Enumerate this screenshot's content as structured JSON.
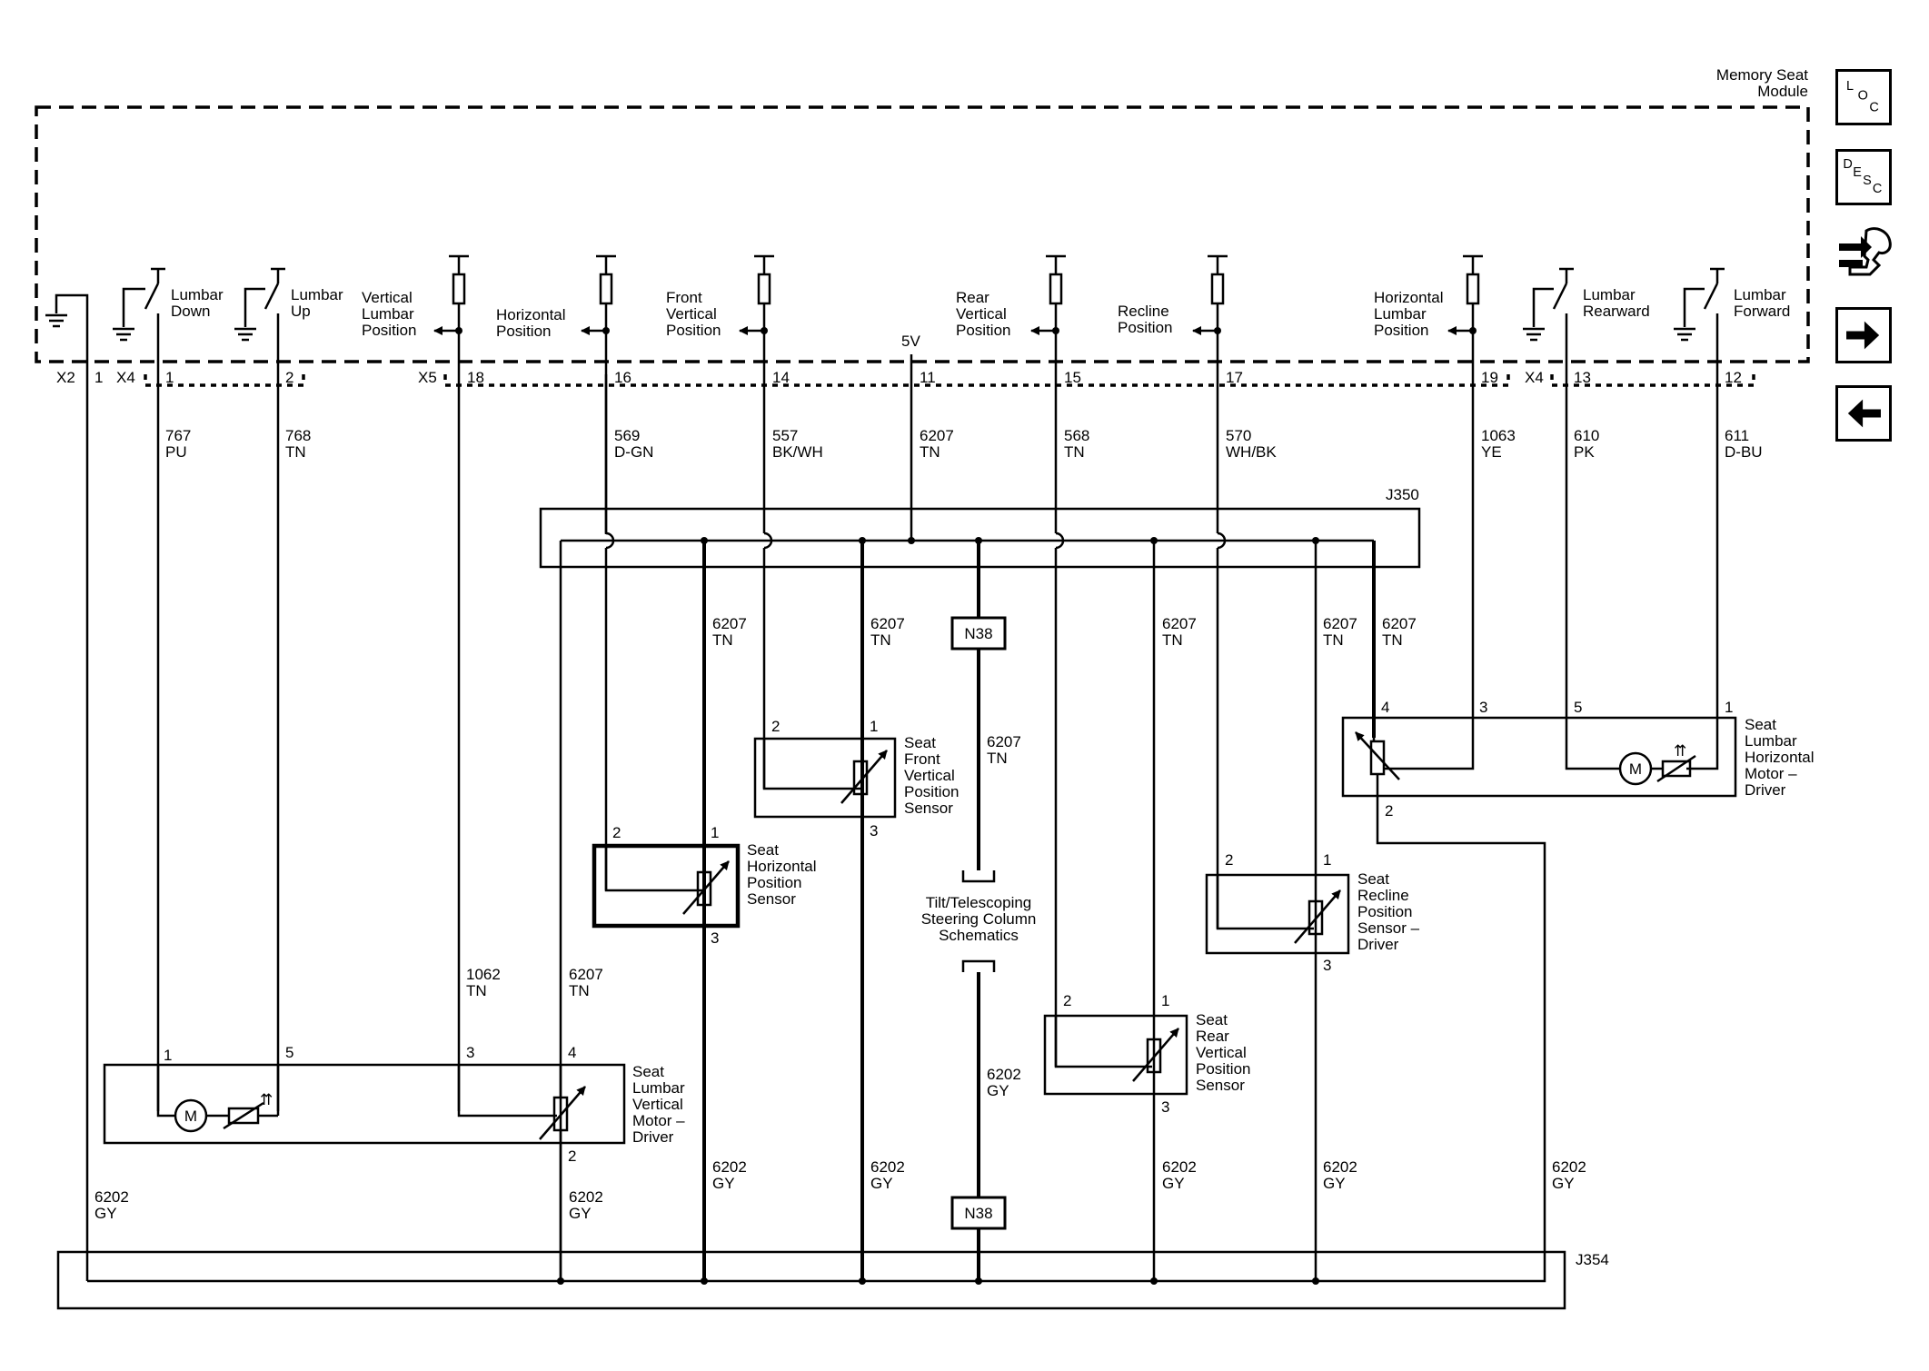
{
  "module": {
    "line1": "Memory Seat",
    "line2": "Module"
  },
  "nav": {
    "loc": "LOC",
    "desc": "DESC"
  },
  "connectors": {
    "x2": "X2",
    "x4a": "X4",
    "x5": "X5",
    "x4b": "X4"
  },
  "pins": {
    "x2_1": "1",
    "x4_1": "1",
    "x4_2": "2",
    "x5_18": "18",
    "x5_16": "16",
    "x5_14": "14",
    "x5_11": "11",
    "x5_15": "15",
    "x5_17": "17",
    "x5_19": "19",
    "x4_13": "13",
    "x4_12": "12"
  },
  "internal": {
    "lumbar_down": [
      "Lumbar",
      "Down"
    ],
    "lumbar_up": [
      "Lumbar",
      "Up"
    ],
    "vertical_lumbar": [
      "Vertical",
      "Lumbar",
      "Position"
    ],
    "horizontal": [
      "Horizontal",
      "Position"
    ],
    "front_vertical": [
      "Front",
      "Vertical",
      "Position"
    ],
    "five_v": "5V",
    "rear_vertical": [
      "Rear",
      "Vertical",
      "Position"
    ],
    "recline": [
      "Recline",
      "Position"
    ],
    "horizontal_lumbar": [
      "Horizontal",
      "Lumbar",
      "Position"
    ],
    "lumbar_rearward": [
      "Lumbar",
      "Rearward"
    ],
    "lumbar_forward": [
      "Lumbar",
      "Forward"
    ]
  },
  "wires": {
    "w767": [
      "767",
      "PU"
    ],
    "w768": [
      "768",
      "TN"
    ],
    "w569": [
      "569",
      "D-GN"
    ],
    "w557": [
      "557",
      "BK/WH"
    ],
    "w6207_top": [
      "6207",
      "TN"
    ],
    "w568": [
      "568",
      "TN"
    ],
    "w570": [
      "570",
      "WH/BK"
    ],
    "w1063": [
      "1063",
      "YE"
    ],
    "w610": [
      "610",
      "PK"
    ],
    "w611": [
      "611",
      "D-BU"
    ],
    "w6207_a": [
      "6207",
      "TN"
    ],
    "w6207_b": [
      "6207",
      "TN"
    ],
    "w6207_c": [
      "6207",
      "TN"
    ],
    "w6207_d": [
      "6207",
      "TN"
    ],
    "w6207_e": [
      "6207",
      "TN"
    ],
    "w6207_f": [
      "6207",
      "TN"
    ],
    "w1062": [
      "1062",
      "TN"
    ],
    "w6207_g": [
      "6207",
      "TN"
    ],
    "w6202_a": [
      "6202",
      "GY"
    ],
    "w6202_b": [
      "6202",
      "GY"
    ],
    "w6202_c": [
      "6202",
      "GY"
    ],
    "w6202_d": [
      "6202",
      "GY"
    ],
    "w6202_e": [
      "6202",
      "GY"
    ],
    "w6202_f": [
      "6202",
      "GY"
    ],
    "w6202_g": [
      "6202",
      "GY"
    ],
    "w6202_h": [
      "6202",
      "GY"
    ]
  },
  "splices": {
    "j350": "J350",
    "j354": "J354"
  },
  "n38_top": "N38",
  "n38_bottom": "N38",
  "tilt_ref": [
    "Tilt/Telescoping",
    "Steering Column",
    "Schematics"
  ],
  "components": {
    "front_vertical": [
      "Seat",
      "Front",
      "Vertical",
      "Position",
      "Sensor"
    ],
    "horizontal_sensor": [
      "Seat",
      "Horizontal",
      "Position",
      "Sensor"
    ],
    "recline_sensor": [
      "Seat",
      "Recline",
      "Position",
      "Sensor –",
      "Driver"
    ],
    "rear_vertical": [
      "Seat",
      "Rear",
      "Vertical",
      "Position",
      "Sensor"
    ],
    "lumbar_vertical_motor": [
      "Seat",
      "Lumbar",
      "Vertical",
      "Motor –",
      "Driver"
    ],
    "lumbar_horizontal_motor": [
      "Seat",
      "Lumbar",
      "Horizontal",
      "Motor –",
      "Driver"
    ]
  },
  "comp_pins": {
    "fv_2": "2",
    "fv_1": "1",
    "fv_3": "3",
    "hs_2": "2",
    "hs_1": "1",
    "hs_3": "3",
    "rs_2": "2",
    "rs_1": "1",
    "rs_3": "3",
    "rv_2": "2",
    "rv_1": "1",
    "rv_3": "3",
    "lv_1": "1",
    "lv_5": "5",
    "lv_3": "3",
    "lv_4": "4",
    "lv_2": "2",
    "lh_4": "4",
    "lh_3": "3",
    "lh_5": "5",
    "lh_1": "1",
    "lh_2": "2"
  },
  "motor_symbol": "M"
}
